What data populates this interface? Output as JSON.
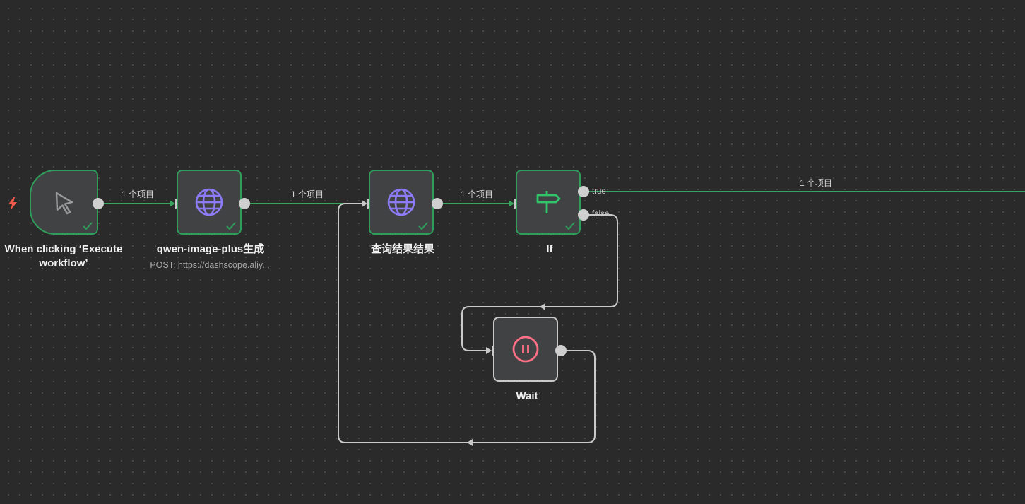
{
  "colors": {
    "success": "#2f9e5a",
    "edge_success": "#3aa35f",
    "edge_default": "#c9c9c9",
    "globe": "#8b7cf6",
    "if_icon": "#31c46b",
    "wait_icon": "#ff6f86",
    "trigger_bolt": "#ef5a4a"
  },
  "nodes": {
    "trigger": {
      "label": "When clicking ‘Execute workflow’",
      "icon": "cursor-icon",
      "status": "success"
    },
    "qwen": {
      "label": "qwen-image-plus生成",
      "subtitle": "POST: https://dashscope.aliy...",
      "icon": "globe-icon",
      "status": "success"
    },
    "query": {
      "label": "查询结果结果",
      "icon": "globe-icon",
      "status": "success"
    },
    "if": {
      "label": "If",
      "icon": "signpost-icon",
      "status": "success",
      "outputs": {
        "true": "true",
        "false": "false"
      }
    },
    "wait": {
      "label": "Wait",
      "icon": "pause-icon",
      "status": "idle"
    }
  },
  "edges": {
    "trigger_to_qwen": "1 个项目",
    "qwen_to_query": "1 个项目",
    "query_to_if": "1 个项目",
    "if_true_out": "1 个项目"
  }
}
